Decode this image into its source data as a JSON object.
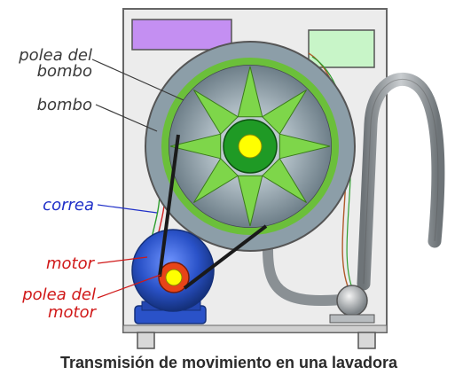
{
  "labels": {
    "pulley_drum_1": "polea del",
    "pulley_drum_2": "bombo",
    "drum": "bombo",
    "belt": "correa",
    "motor": "motor",
    "pulley_motor_1": "polea del",
    "pulley_motor_2": "motor"
  },
  "caption": "Transmisión de movimiento en una lavadora",
  "colors": {
    "label_dark": "#3a3a3a",
    "label_blue": "#2030c8",
    "label_red": "#d01818",
    "cabinet": "#ececec",
    "panel_purple": "#c48ff2",
    "panel_green": "#c8f5c8",
    "drum_grey": "#8c9ea8",
    "spokes_green": "#7ed64a",
    "hub_green": "#1f9a25",
    "hub_yellow": "#ffff00",
    "motor_blue": "#2a52c8",
    "motor_pulley_orange": "#e84418",
    "belt": "#1a1a1a"
  }
}
